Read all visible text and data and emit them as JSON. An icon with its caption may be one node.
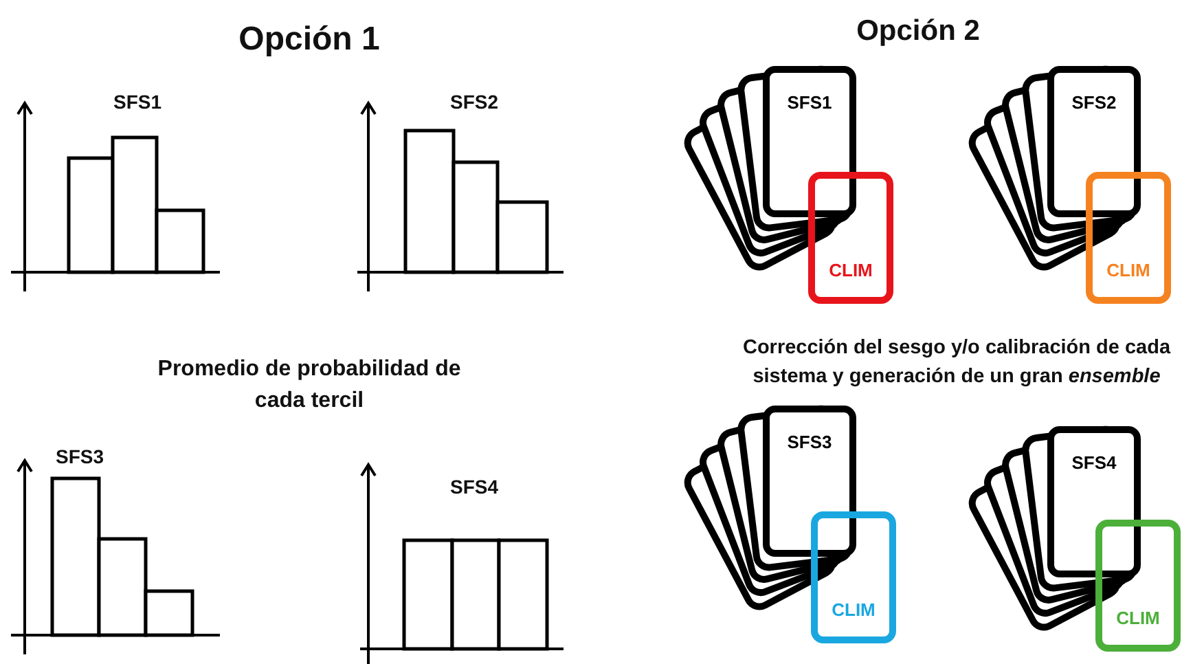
{
  "diagram": {
    "nodes": [
      {
        "text": [
          "SFS1"
        ]
      },
      {
        "text": [
          "CLIM"
        ]
      },
      {
        "text": [
          "SFS2"
        ]
      },
      {
        "text": [
          "CLIM"
        ]
      },
      {
        "text": [
          "SFS3"
        ]
      },
      {
        "text": [
          "CLIM"
        ]
      },
      {
        "text": [
          "SFS4"
        ]
      },
      {
        "text": [
          "CLIM"
        ]
      }
    ],
    "labels": [
      "Opción 1",
      "Opción 2",
      "SFS1",
      "SFS2",
      "Promedio de probabilidad de cada tercil",
      "Corrección del sesgo y/o calibración de cada sistema y generación de un gran *ensemble*",
      "SFS3",
      "SFS4"
    ]
  }
}
